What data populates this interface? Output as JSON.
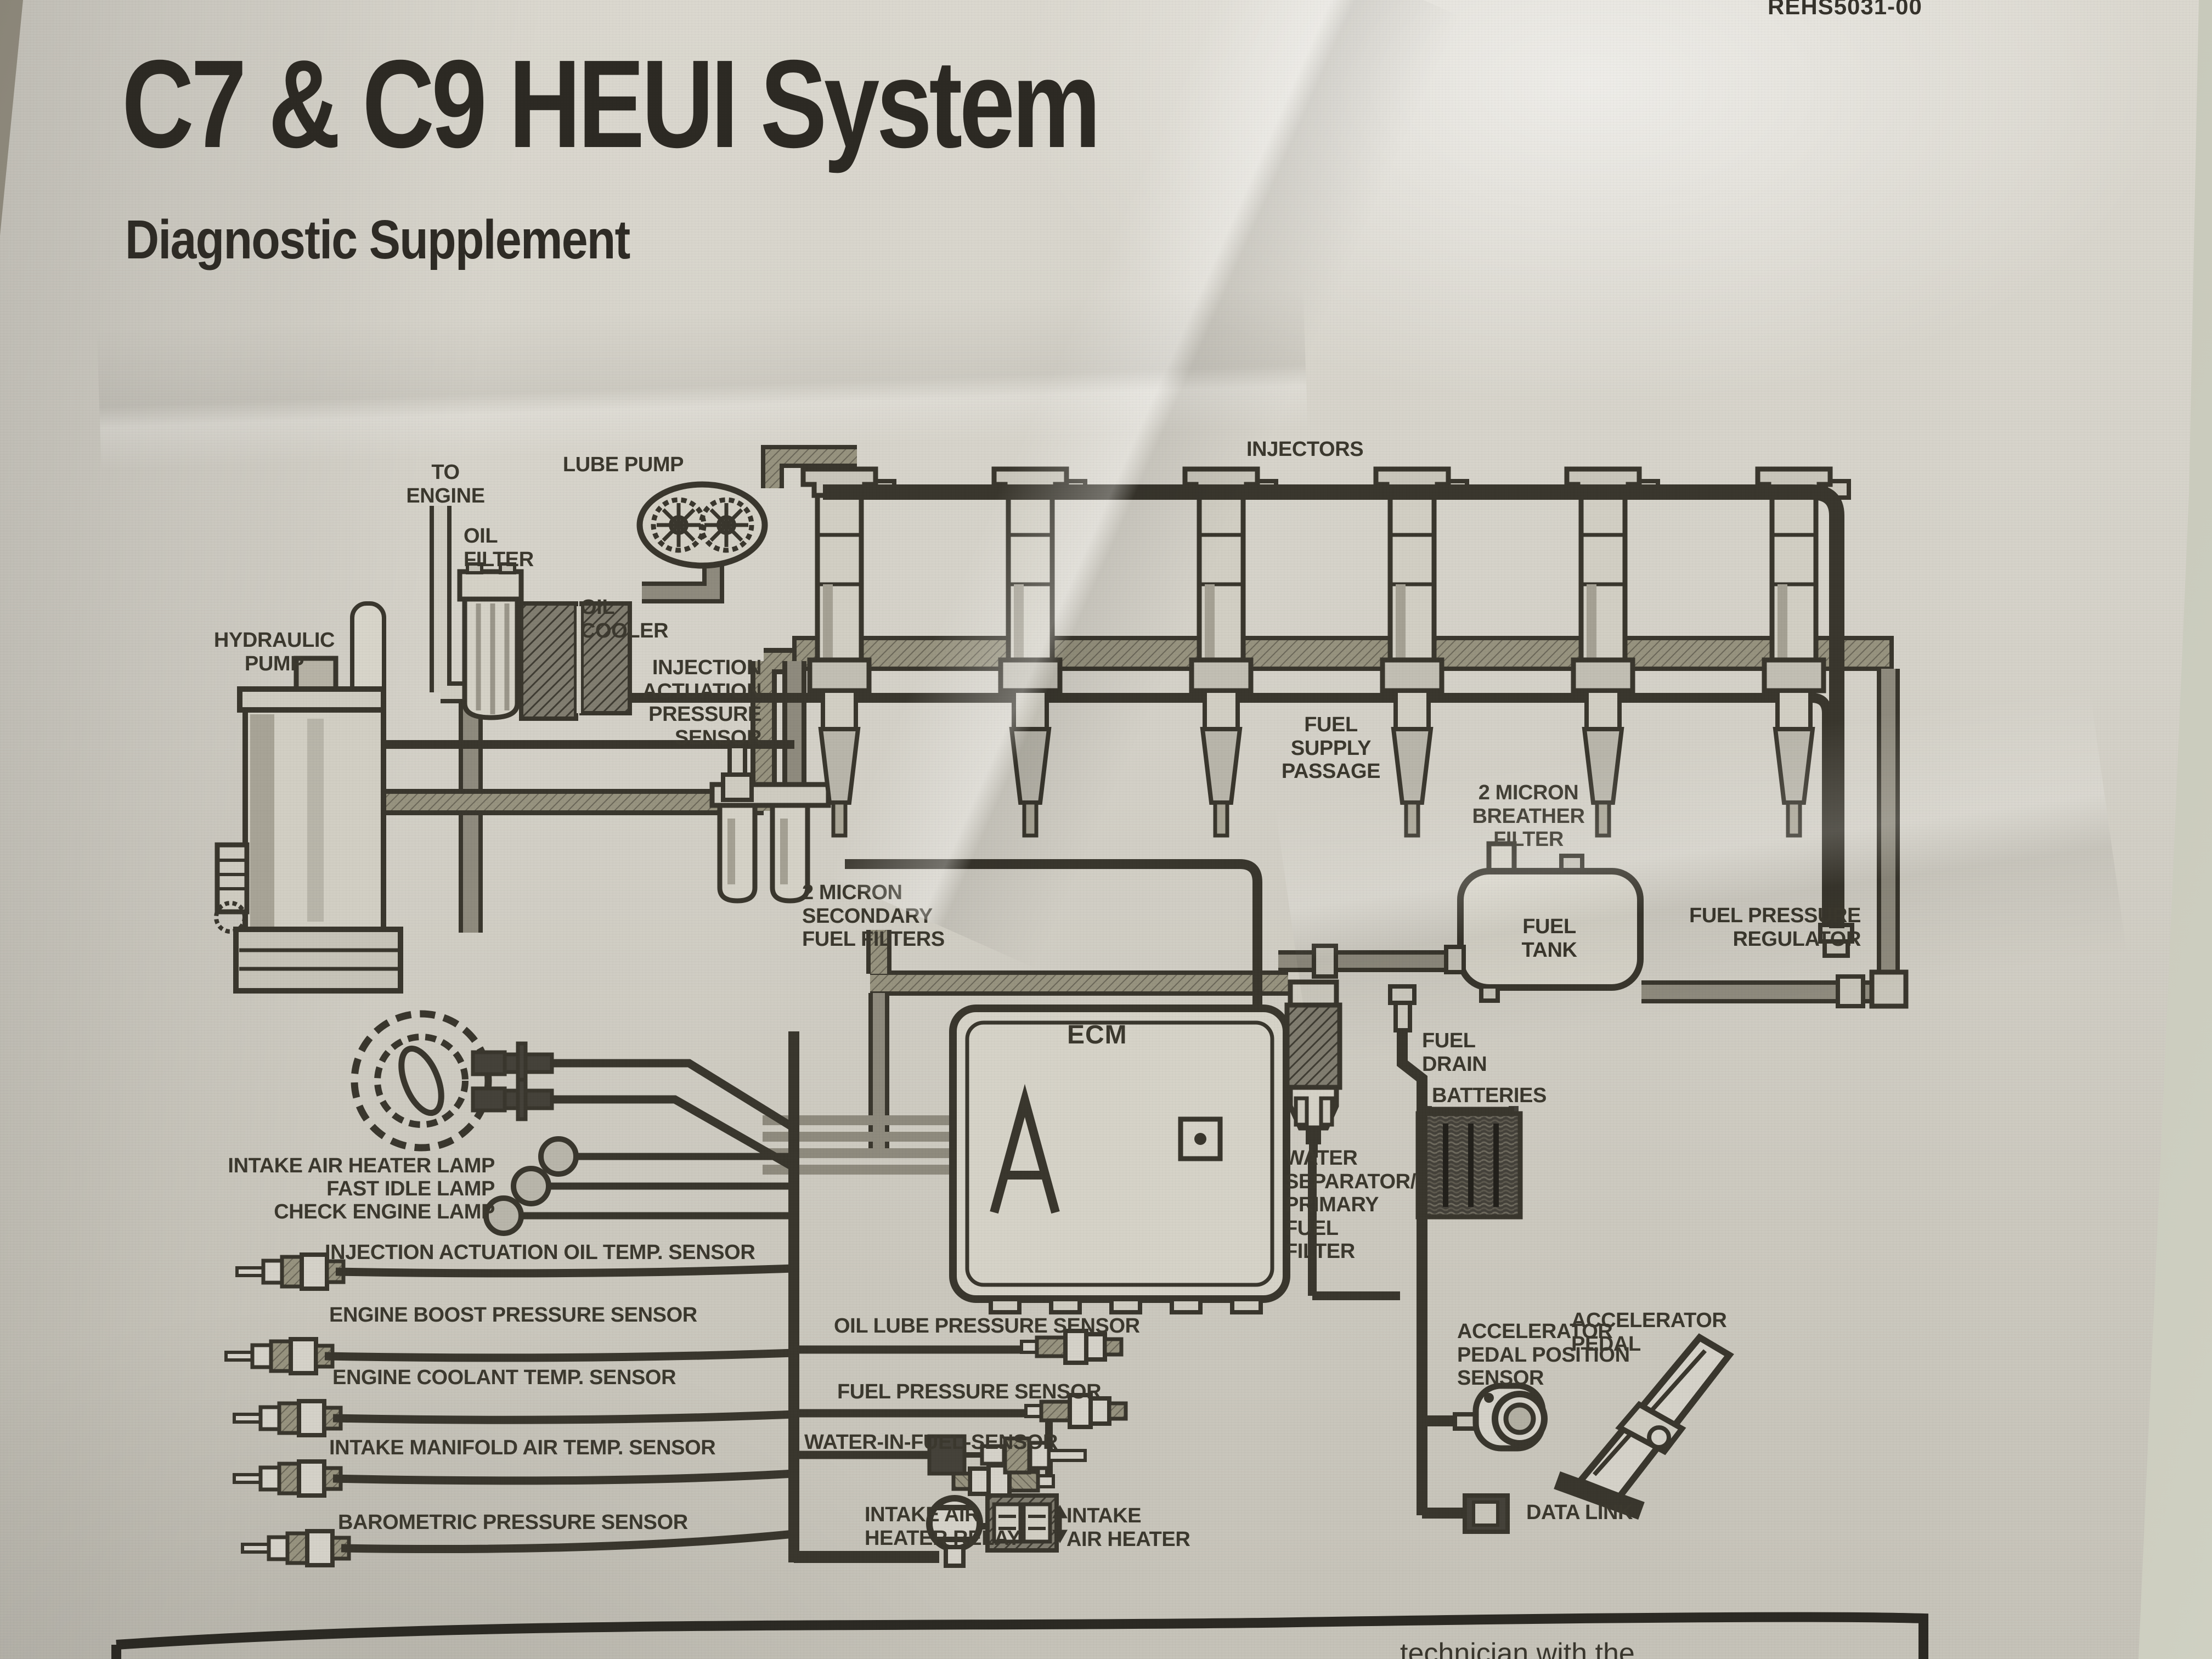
{
  "page": {
    "doc_number": "REHS5031-00",
    "title": "C7 & C9 HEUI System",
    "subtitle": "Diagnostic Supplement"
  },
  "diagram": {
    "labels": {
      "to_engine": "TO\nENGINE",
      "lube_pump": "LUBE PUMP",
      "oil_filter": "OIL\nFILTER",
      "oil_cooler": "OIL\nCOOLER",
      "hydraulic_pump": "HYDRAULIC\nPUMP",
      "injection_actuation_pressure_sensor": "INJECTION\nACTUATION\nPRESSURE\nSENSOR",
      "injectors": "INJECTORS",
      "fuel_supply_passage": "FUEL\nSUPPLY\nPASSAGE",
      "two_micron_breather_filter": "2 MICRON\nBREATHER\nFILTER",
      "fuel_tank": "FUEL\nTANK",
      "fuel_pressure_regulator": "FUEL PRESSURE\nREGULATOR",
      "two_micron_secondary_fuel_filters": "2 MICRON\nSECONDARY\nFUEL FILTERS",
      "ecm": "ECM",
      "fuel_drain": "FUEL\nDRAIN",
      "batteries": "BATTERIES",
      "water_separator_primary_fuel_filter": "WATER\nSEPARATOR/\nPRIMARY\nFUEL\nFILTER",
      "intake_air_heater_lamp": "INTAKE AIR HEATER LAMP",
      "fast_idle_lamp": "FAST IDLE LAMP",
      "check_engine_lamp": "CHECK ENGINE LAMP",
      "injection_actuation_oil_temp_sensor": "INJECTION ACTUATION OIL TEMP. SENSOR",
      "engine_boost_pressure_sensor": "ENGINE BOOST PRESSURE SENSOR",
      "engine_coolant_temp_sensor": "ENGINE COOLANT TEMP. SENSOR",
      "intake_manifold_air_temp_sensor": "INTAKE MANIFOLD AIR TEMP. SENSOR",
      "barometric_pressure_sensor": "BAROMETRIC PRESSURE SENSOR",
      "oil_lube_pressure_sensor": "OIL LUBE PRESSURE SENSOR",
      "fuel_pressure_sensor": "FUEL PRESSURE SENSOR",
      "water_in_fuel_sensor": "WATER-IN-FUEL-SENSOR",
      "intake_air_heater_relay": "INTAKE AIR\nHEATER RELAY",
      "intake_air_heater": "INTAKE\nAIR HEATER",
      "accelerator_pedal_position_sensor": "ACCELERATOR\nPEDAL POSITION\nSENSOR",
      "accelerator_pedal": "ACCELERATOR\nPEDAL",
      "data_link": "DATA LINK"
    }
  },
  "footer": {
    "partial_text": "technician with the"
  },
  "colors": {
    "ink": "#3a372e",
    "paper": "#d5d2c9",
    "pipe_gray": "#8f8b7e"
  }
}
